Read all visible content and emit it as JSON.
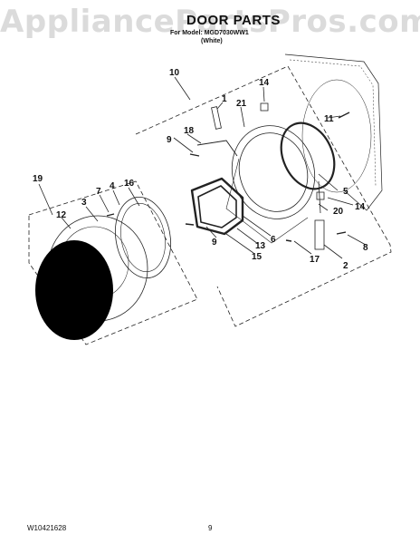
{
  "watermark": "AppliancePartsPros.com",
  "title": "DOOR PARTS",
  "model_line": "For Model: MGD7030WW1",
  "color_line": "(White)",
  "callouts": [
    "10",
    "1",
    "14",
    "21",
    "9",
    "18",
    "11",
    "19",
    "3",
    "7",
    "4",
    "16",
    "12",
    "5",
    "14",
    "20",
    "9",
    "13",
    "6",
    "15",
    "17",
    "8",
    "2"
  ],
  "footer": {
    "doc_number": "W10421628",
    "page_number": "9"
  }
}
